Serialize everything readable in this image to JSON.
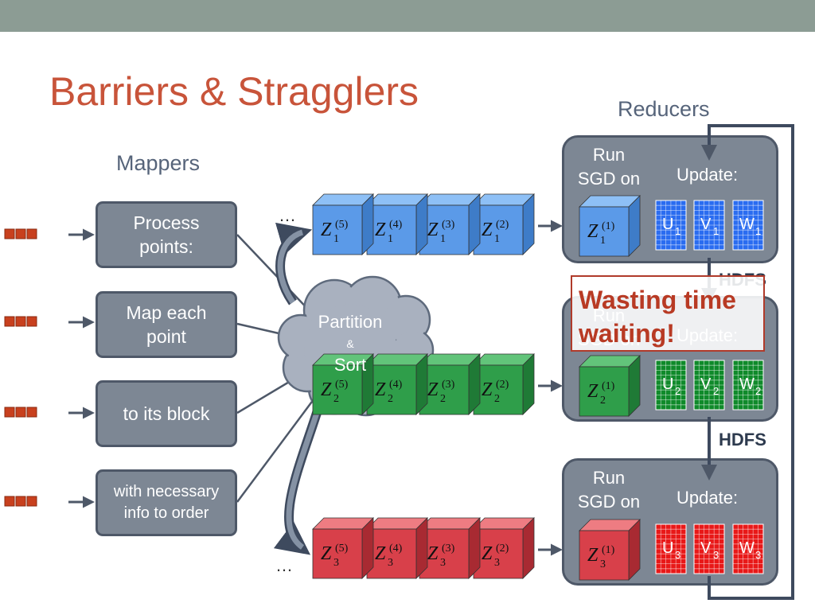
{
  "slide": {
    "title": "Barriers & Stragglers",
    "mappers_label": "Mappers",
    "reducers_label": "Reducers",
    "mapper_boxes": [
      [
        "Process",
        "points:"
      ],
      [
        "Map each",
        "point"
      ],
      [
        "to its block"
      ],
      [
        "with necessary",
        "info to order"
      ]
    ],
    "cloud": {
      "line1": "Partition",
      "line2": "&",
      "line3": "Sort"
    },
    "ellipsis": "…",
    "reducer": {
      "run": "Run",
      "sgd_on": "SGD on",
      "update": "Update:"
    },
    "warning": [
      "Wasting time",
      "waiting!"
    ],
    "hdfs_label": "HDFS",
    "rows": [
      {
        "row": "1",
        "color_front": "#5b9ae8",
        "color_top": "#8ec0f6",
        "color_side": "#3e7cc8",
        "block_upd": "#2a6cf0",
        "blocks": [
          "5",
          "4",
          "3",
          "2"
        ],
        "reducer_block": "1",
        "updates": [
          "U",
          "V",
          "W"
        ]
      },
      {
        "row": "2",
        "color_front": "#2f9e4a",
        "color_top": "#62c47a",
        "color_side": "#1f7a36",
        "block_upd": "#0f8a2a",
        "blocks": [
          "5",
          "4",
          "3",
          "2"
        ],
        "reducer_block": "1",
        "updates": [
          "U",
          "V",
          "W"
        ]
      },
      {
        "row": "3",
        "color_front": "#d8404a",
        "color_top": "#ee7c82",
        "color_side": "#a82a32",
        "block_upd": "#e81818",
        "blocks": [
          "5",
          "4",
          "3",
          "2"
        ],
        "reducer_block": "1",
        "updates": [
          "U",
          "V",
          "W"
        ]
      }
    ]
  }
}
